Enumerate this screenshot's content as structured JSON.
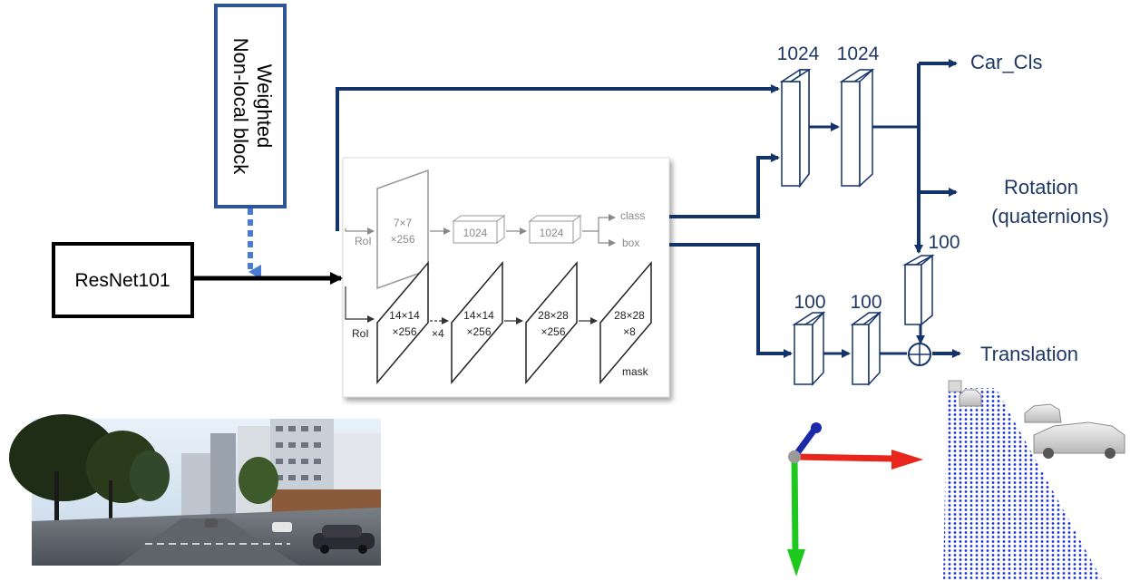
{
  "nodes": {
    "weighted_block": "Weighted Non-local block",
    "weighted_line1": "Weighted",
    "weighted_line2": "Non-local block",
    "resnet": "ResNet101",
    "fc_top_1": "1024",
    "fc_top_2": "1024",
    "fc_bottom_1": "100",
    "fc_bottom_2": "100",
    "fc_side": "100"
  },
  "outputs": {
    "car_cls": "Car_Cls",
    "rotation_line1": "Rotation",
    "rotation_line2": "(quaternions)",
    "translation": "Translation"
  },
  "mask_rcnn": {
    "roi_top": "RoI",
    "roi_bottom": "RoI",
    "feat_top_line1": "7×7",
    "feat_top_line2": "×256",
    "fc1": "1024",
    "fc2": "1024",
    "class": "class",
    "box": "box",
    "m1_line1": "14×14",
    "m1_line2": "×256",
    "times4": "×4",
    "m2_line1": "14×14",
    "m2_line2": "×256",
    "m3_line1": "28×28",
    "m3_line2": "×256",
    "m4_line1": "28×28",
    "m4_line2": "×8",
    "mask": "mask"
  },
  "colors": {
    "navy": "#14336b",
    "dashed_blue": "#4a7cd6",
    "axis_red": "#e8261c",
    "axis_green": "#1fc81f",
    "axis_blue": "#1a2aa8",
    "grid_blue": "#1a2fe0"
  }
}
